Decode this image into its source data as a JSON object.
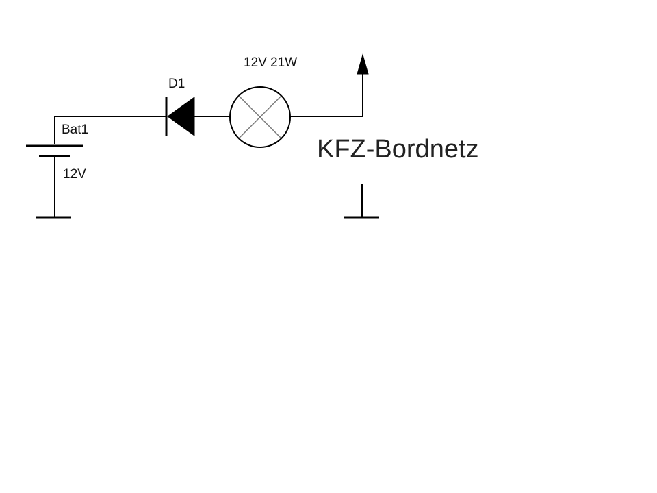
{
  "diagram": {
    "battery": {
      "name": "Bat1",
      "voltage": "12V"
    },
    "diode": {
      "name": "D1"
    },
    "lamp": {
      "rating": "12V 21W"
    },
    "network": {
      "label": "KFZ-Bordnetz"
    }
  }
}
